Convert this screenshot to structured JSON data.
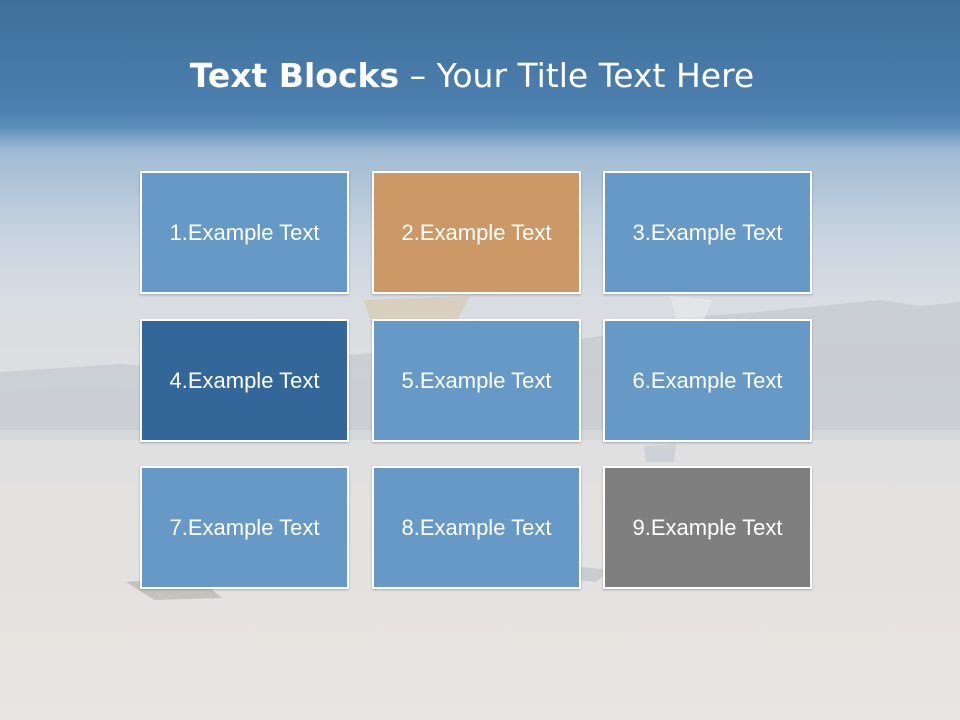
{
  "slide": {
    "title_bold": "Text Blocks",
    "title_separator": " – ",
    "title_rest": "Your Title Text Here"
  },
  "blocks": [
    {
      "label": "1.Example Text",
      "color": "#6699c6"
    },
    {
      "label": "2.Example Text",
      "color": "#cc9966"
    },
    {
      "label": "3.Example Text",
      "color": "#6699c6"
    },
    {
      "label": "4.Example Text",
      "color": "#336699"
    },
    {
      "label": "5.Example Text",
      "color": "#6699c6"
    },
    {
      "label": "6.Example Text",
      "color": "#6699c6"
    },
    {
      "label": "7.Example Text",
      "color": "#6699c6"
    },
    {
      "label": "8.Example Text",
      "color": "#6699c6"
    },
    {
      "label": "9.Example Text",
      "color": "#7f7f7f"
    }
  ]
}
